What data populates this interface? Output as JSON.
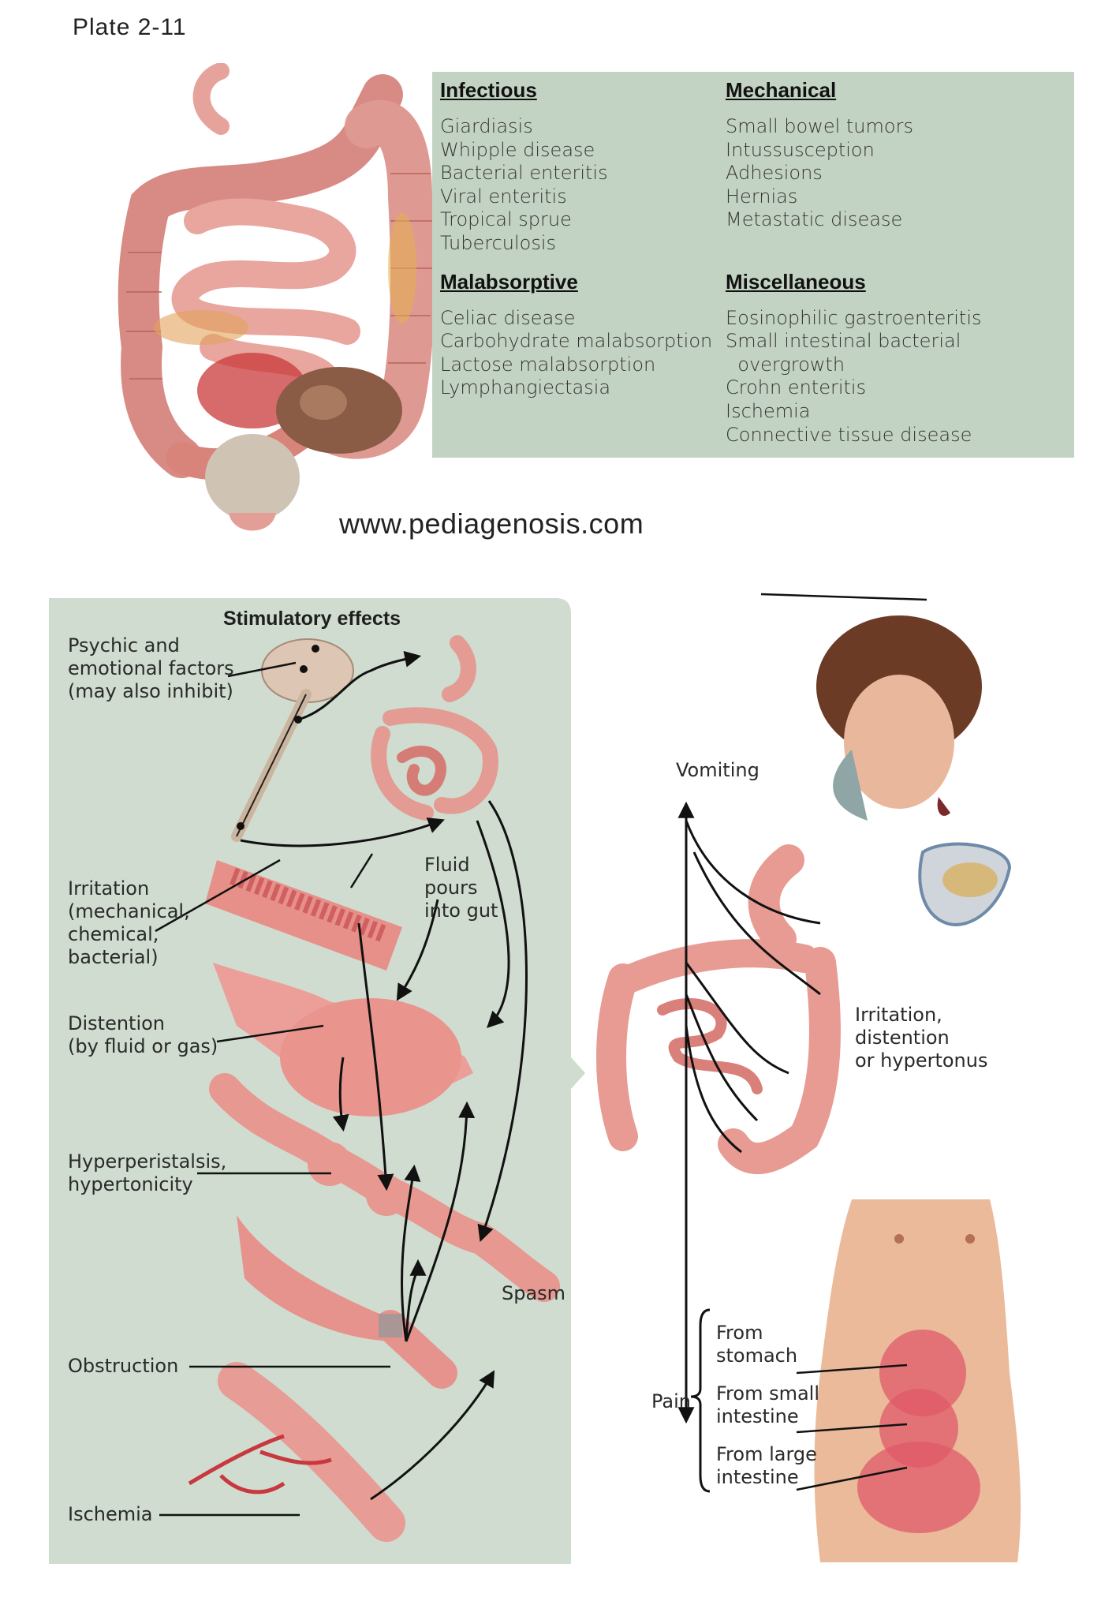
{
  "plate": "Plate 2-11",
  "causes": {
    "infectious": {
      "heading": "Infectious",
      "items": [
        "Giardiasis",
        "Whipple disease",
        "Bacterial enteritis",
        "Viral enteritis",
        "Tropical sprue",
        "Tuberculosis"
      ]
    },
    "malabsorptive": {
      "heading": "Malabsorptive",
      "items": [
        "Celiac disease",
        "Carbohydrate malabsorption",
        "Lactose malabsorption",
        "Lymphangiectasia"
      ]
    },
    "mechanical": {
      "heading": "Mechanical",
      "items": [
        "Small bowel tumors",
        "Intussusception",
        "Adhesions",
        "Hernias",
        "Metastatic disease"
      ]
    },
    "miscellaneous": {
      "heading": "Miscellaneous",
      "items": [
        "Eosinophilic gastroenteritis",
        "Small intestinal bacterial",
        "  overgrowth",
        "Crohn enteritis",
        "Ischemia",
        "Connective tissue disease"
      ]
    }
  },
  "watermark": "www.pediagenosis.com",
  "stimulatory": {
    "title": "Stimulatory effects",
    "psychic": "Psychic and\nemotional factors\n(may also inhibit)",
    "irritation": "Irritation\n(mechanical,\nchemical,\nbacterial)",
    "fluid": "Fluid\npours\ninto gut",
    "distention": "Distention\n(by fluid or gas)",
    "hyperperistalsis": "Hyperperistalsis,\nhypertonicity",
    "spasm": "Spasm",
    "obstruction": "Obstruction",
    "ischemia": "Ischemia"
  },
  "effects": {
    "vomiting": "Vomiting",
    "irritation": "Irritation,\ndistention\nor hypertonus",
    "pain": "Pain",
    "from_stomach": "From\nstomach",
    "from_small": "From small\nintestine",
    "from_large": "From large\nintestine"
  },
  "colors": {
    "panel_green": "#c3d3c3",
    "stim_panel": "#cfdccf",
    "bowel_pink": "#e79a92",
    "bowel_dark": "#c86d67",
    "pain_zone": "#df5a68"
  }
}
